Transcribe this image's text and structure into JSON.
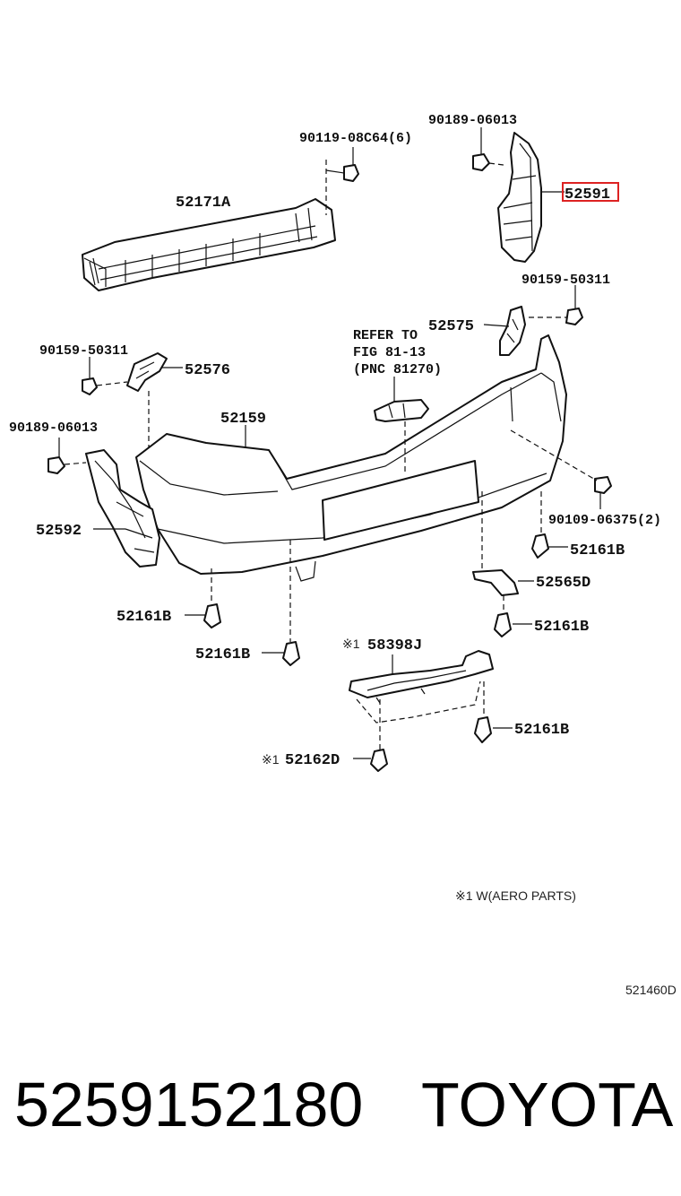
{
  "labels": {
    "p90189_top": "90189-06013",
    "p90119": "90119-08C64(6)",
    "p52171A": "52171A",
    "p52591": "52591",
    "p90159_right": "90159-50311",
    "p52575": "52575",
    "refer1": "REFER TO",
    "refer2": "FIG 81-13",
    "refer3": "(PNC 81270)",
    "p90159_left": "90159-50311",
    "p52576": "52576",
    "p52159": "52159",
    "p90189_left": "90189-06013",
    "p90109": "90109-06375(2)",
    "p52592": "52592",
    "p52161B_a": "52161B",
    "p52565D": "52565D",
    "p52161B_b": "52161B",
    "p52161B_c": "52161B",
    "p52161B_d": "52161B",
    "mark1": "※1",
    "p58398J": "58398J",
    "p52161B_e": "52161B",
    "mark2": "※1",
    "p52162D": "52162D",
    "footnote": "※1 W(AERO PARTS)",
    "ref_code": "521460D"
  },
  "caption": {
    "part_number": "5259152180",
    "brand": "TOYOTA"
  },
  "highlight_color": "#dd2222"
}
